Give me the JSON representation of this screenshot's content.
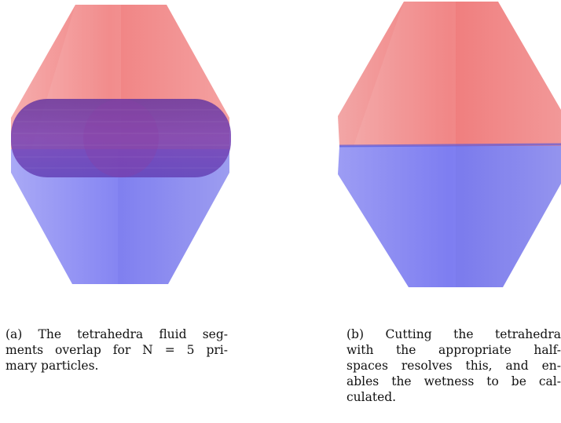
{
  "figure": {
    "colors": {
      "upper_fluid": "#f07070",
      "lower_fluid": "#7878f0",
      "overlap": "#7a3fa8"
    },
    "panel_a": {
      "caption_lines": [
        "(a) The tetrahedra fluid seg-",
        "ments overlap for N = 5 pri-",
        "mary particles."
      ]
    },
    "panel_b": {
      "caption_lines": [
        "(b) Cutting the tetrahedra",
        "with the appropriate half-",
        "spaces resolves this, and en-",
        "ables the wetness to be cal-",
        "culated."
      ]
    }
  }
}
